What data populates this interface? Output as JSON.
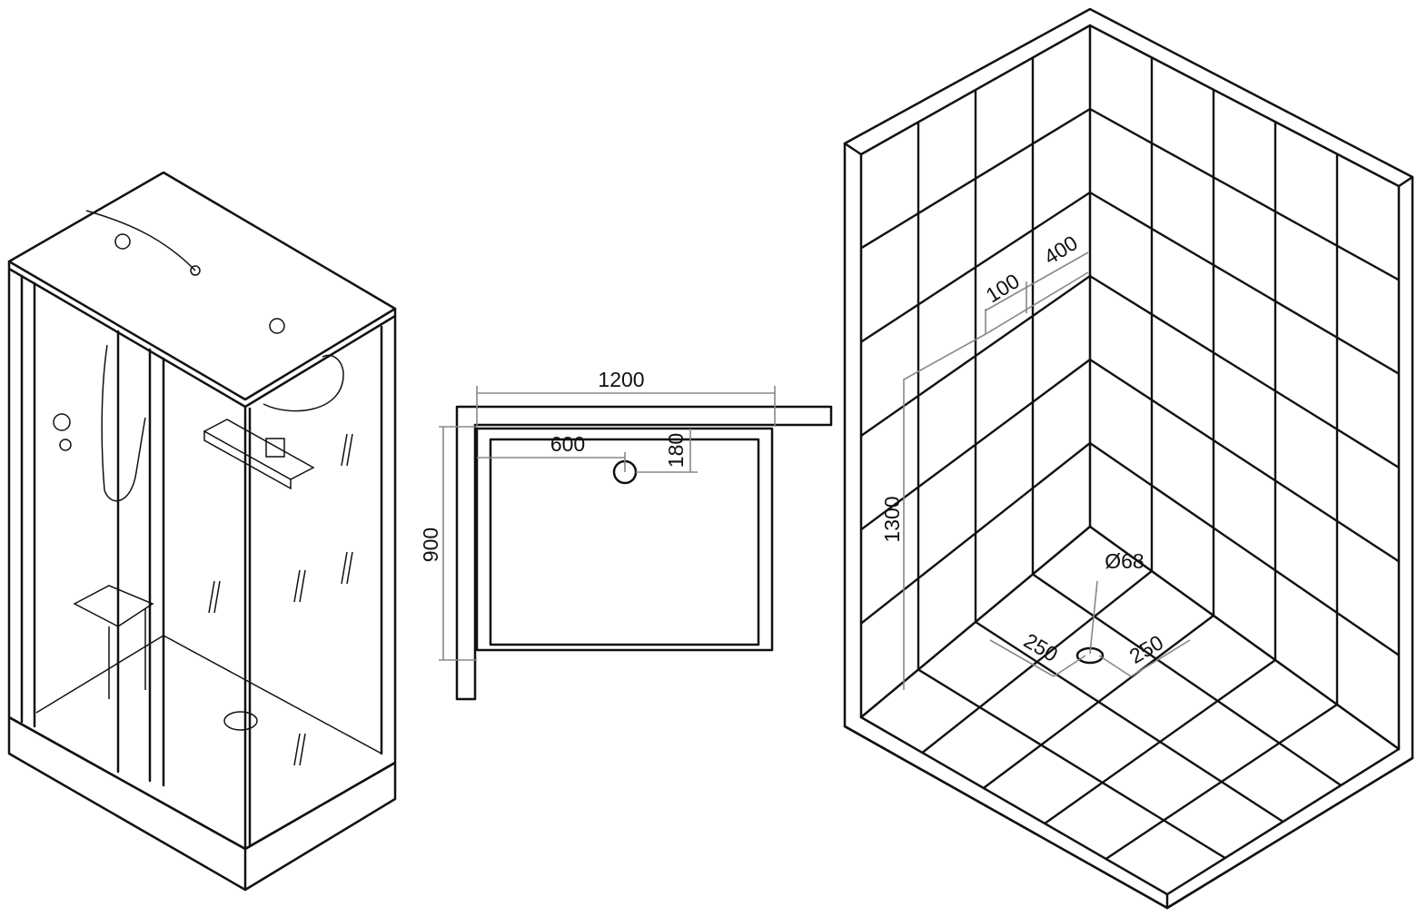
{
  "plan_view": {
    "width_label": "1200",
    "depth_label": "900",
    "drain_offset_x_label": "600",
    "drain_offset_y_label": "180"
  },
  "wall_view": {
    "height_label": "1300",
    "spacing_label": "100",
    "width_label": "400",
    "drain_diameter_label": "Ø68",
    "drain_left_label": "250",
    "drain_right_label": "250"
  }
}
